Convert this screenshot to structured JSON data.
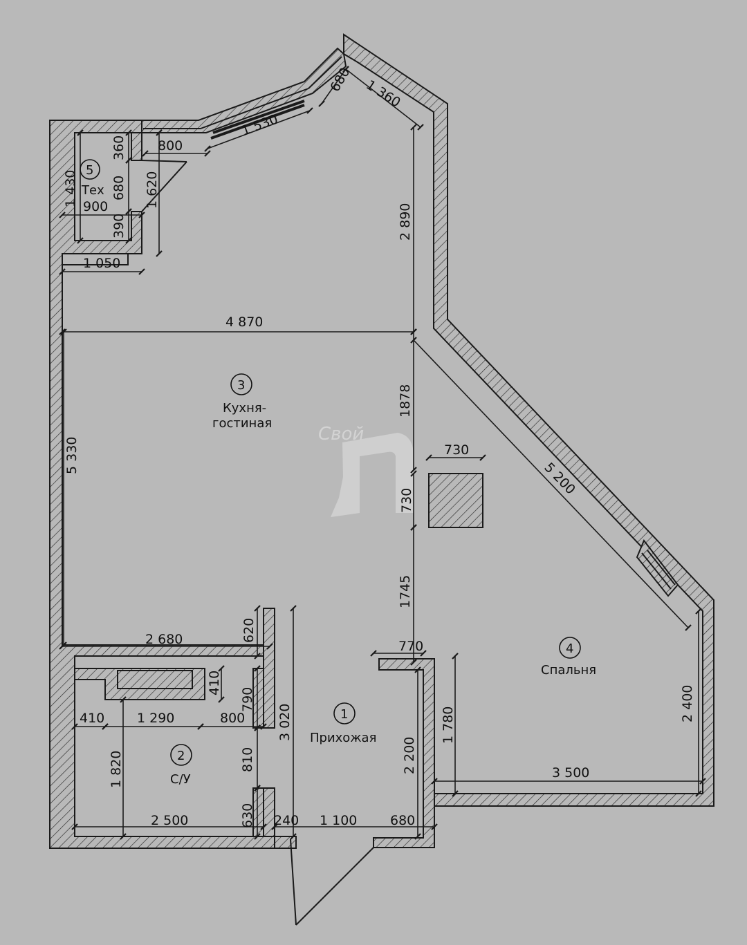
{
  "rooms": [
    {
      "id": "1",
      "name": "Прихожая"
    },
    {
      "id": "2",
      "name": "С/У"
    },
    {
      "id": "3",
      "name_line1": "Кухня-",
      "name_line2": "гостиная"
    },
    {
      "id": "4",
      "name": "Спальня"
    },
    {
      "id": "5",
      "name": "Тех"
    }
  ],
  "dims": {
    "d1530": "1 530",
    "d680a": "680",
    "d1360": "1 360",
    "d800a": "800",
    "d360": "360",
    "d1430": "1 430",
    "d680b": "680",
    "d900": "900",
    "d1620": "1 620",
    "d390": "390",
    "d1050": "1 050",
    "d2890": "2 890",
    "d4870": "4 870",
    "d5330": "5 330",
    "d1878": "1878",
    "d730h": "730",
    "d730v": "730",
    "d5200": "5 200",
    "d1745": "1745",
    "d2680": "2 680",
    "d620": "620",
    "d770": "770",
    "d410v": "410",
    "d790": "790",
    "d410h": "410",
    "d1290": "1 290",
    "d800b": "800",
    "d3020": "3 020",
    "d2400": "2 400",
    "d1780": "1 780",
    "d1820": "1 820",
    "d810": "810",
    "d2200": "2 200",
    "d3500": "3 500",
    "d630": "630",
    "d2500": "2 500",
    "d240": "240",
    "d1100": "1 100",
    "d680c": "680"
  },
  "watermark": "Свой"
}
